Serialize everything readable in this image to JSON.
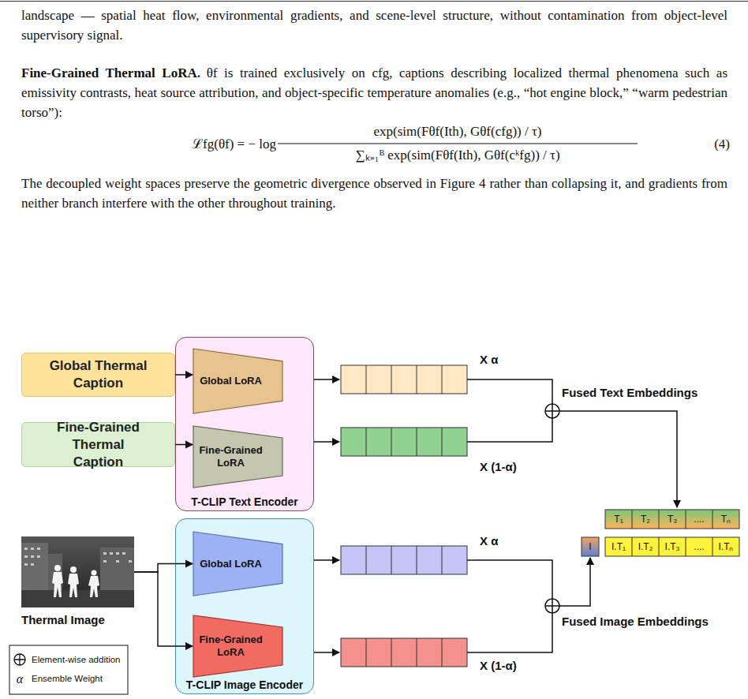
{
  "diagram": {
    "nodes": [
      {
        "text": [
          "Global Thermal Caption"
        ]
      },
      {
        "text": [
          "Fine-Grained Thermal Caption"
        ]
      },
      {
        "text": [
          "T-CLIP Text Encoder"
        ]
      },
      {
        "text": [
          "Global LoRA"
        ],
        "in": 2
      },
      {
        "text": [
          "Fine-Grained LoRA"
        ],
        "in": 2
      },
      {
        "text": [
          "Thermal Image"
        ]
      },
      {
        "text": [
          "T-CLIP Image Encoder"
        ]
      },
      {
        "text": [
          "Global LoRA"
        ],
        "in": 6
      },
      {
        "text": [
          "Fine-Grained LoRA"
        ],
        "in": 6
      }
    ],
    "edges": [
      {
        "from": 0,
        "to": 3,
        "arrow": "to"
      },
      {
        "from": 1,
        "to": 4,
        "arrow": "to"
      },
      {
        "from": 5,
        "to": 7,
        "arrow": "to"
      },
      {
        "from": 5,
        "to": 8,
        "arrow": "to"
      }
    ],
    "labels": [
      "landscape — spatial heat flow, environmental gradients, and scene-level structure, without contamination from object-level supervisory signal.",
      "Fine-Grained Thermal LoRA.",
      "θf is trained exclusively on cfg, captions describing localized thermal phenomena such as emissivity contrasts, heat source attribution, and object-specific temperature anomalies (e.g., “hot engine block,” “warm pedestrian torso”):",
      "ℒfg(θf) = − log",
      "exp(sim(Fθf(Ith), Gθf(cfg)) / τ)",
      "∑ₖ₌₁ᴮ exp(sim(Fθf(Ith), Gθf(cᵏfg)) / τ)",
      "(4)",
      "The decoupled weight spaces preserve the geometric divergence observed in Figure 4 rather than collapsing it, and gradients from neither branch interfere with the other throughout training.",
      "X α",
      "Fused Text Embeddings",
      "X (1-α)",
      "T₁",
      "T₂",
      "T₃",
      "....",
      "Tₙ",
      "I",
      "I.T₁",
      "I.T₂",
      "I.T₃",
      "....",
      "I.Tₙ",
      "X α",
      "Fused Image Embeddings",
      "X (1-α)",
      "α"
    ],
    "legend": [
      {
        "text": "Element-wise addition"
      },
      {
        "text": "Ensemble Weight"
      }
    ]
  }
}
